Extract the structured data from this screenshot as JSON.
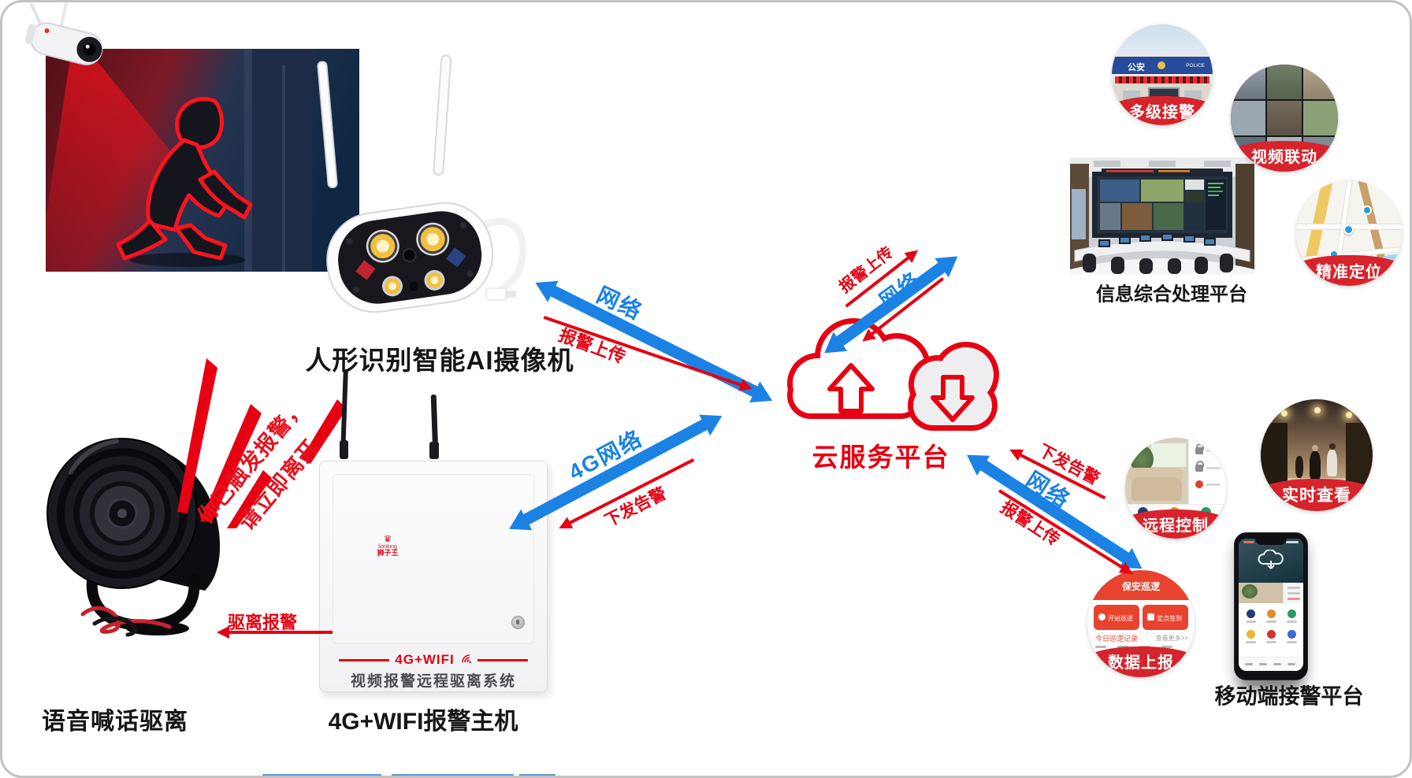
{
  "page": {
    "bg": "#ffffff",
    "frame_border": "#c2c2c4"
  },
  "colors": {
    "red": "#e60012",
    "band_red": "#d7232b",
    "blue": "#1b82e4",
    "dark_label": "#161616"
  },
  "cloud": {
    "label": "云服务平台"
  },
  "camera": {
    "label": "人形识别智能AI摄像机"
  },
  "warning": {
    "line1": "你已触发报警，",
    "line2": "请立即离开"
  },
  "speaker": {
    "label": "语音喊话驱离"
  },
  "host": {
    "label": "4G+WIFI报警主机",
    "brand_crown": "♛",
    "brand_en": "lionking",
    "brand_cn": "狮子王",
    "panel_title": "4G+WIFI",
    "panel_subtitle": "视频报警远程驱离系统"
  },
  "info_platform": {
    "label": "信息综合处理平台"
  },
  "mobile_platform": {
    "label": "移动端接警平台"
  },
  "badges": [
    {
      "label": "多级接警",
      "sign_cn": "公安",
      "sign_en": "POLICE"
    },
    {
      "label": "视频联动"
    },
    {
      "label": "精准定位"
    },
    {
      "label": "远程控制"
    },
    {
      "label": "实时查看"
    },
    {
      "label": "数据上报"
    }
  ],
  "patrol_app": {
    "header": "保安巡逻",
    "btn_start": "开始巡逻",
    "btn_checkin": "定点签到",
    "record": "今日巡逻记录",
    "more": "查看更多>>"
  },
  "links": {
    "camera_cloud": {
      "network": "网络",
      "upload": "报警上传"
    },
    "host_cloud": {
      "network": "4G网络",
      "dispatch": "下发告警"
    },
    "cloud_info": {
      "network": "网络",
      "upload": "报警上传"
    },
    "cloud_mobile": {
      "network": "网络",
      "dispatch": "下发告警",
      "upload": "报警上传"
    },
    "host_speaker": {
      "label": "驱离报警"
    }
  }
}
